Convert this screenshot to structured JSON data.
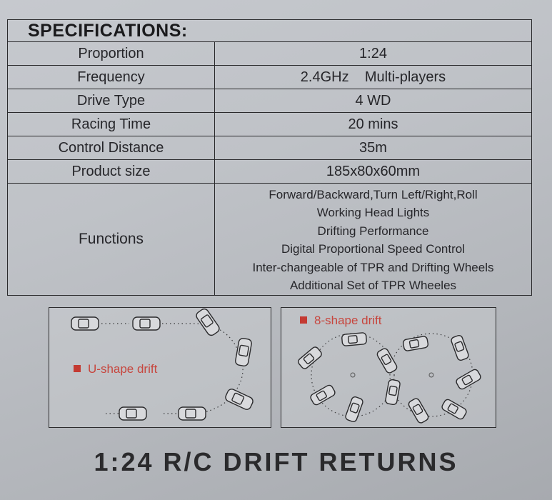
{
  "specs": {
    "heading": "SPECIFICATIONS:",
    "rows": [
      {
        "label": "Proportion",
        "value": "1:24"
      },
      {
        "label": "Frequency",
        "value": "2.4GHz    Multi-players"
      },
      {
        "label": "Drive Type",
        "value": "4 WD"
      },
      {
        "label": "Racing Time",
        "value": "20 mins"
      },
      {
        "label": "Control Distance",
        "value": "35m"
      },
      {
        "label": "Product size",
        "value": "185x80x60mm"
      }
    ],
    "functions": {
      "label": "Functions",
      "items": [
        "Forward/Backward,Turn Left/Right,Roll",
        "Working Head Lights",
        "Drifting Performance",
        "Digital Proportional Speed Control",
        "Inter-changeable of TPR and Drifting Wheels",
        "Additional Set of TPR Wheeles"
      ]
    }
  },
  "diagrams": {
    "u_shape": {
      "label": "U-shape drift"
    },
    "eight_shape": {
      "label": "8-shape drift"
    }
  },
  "footer": {
    "tagline": "1:24 R/C DRIFT RETURNS"
  }
}
